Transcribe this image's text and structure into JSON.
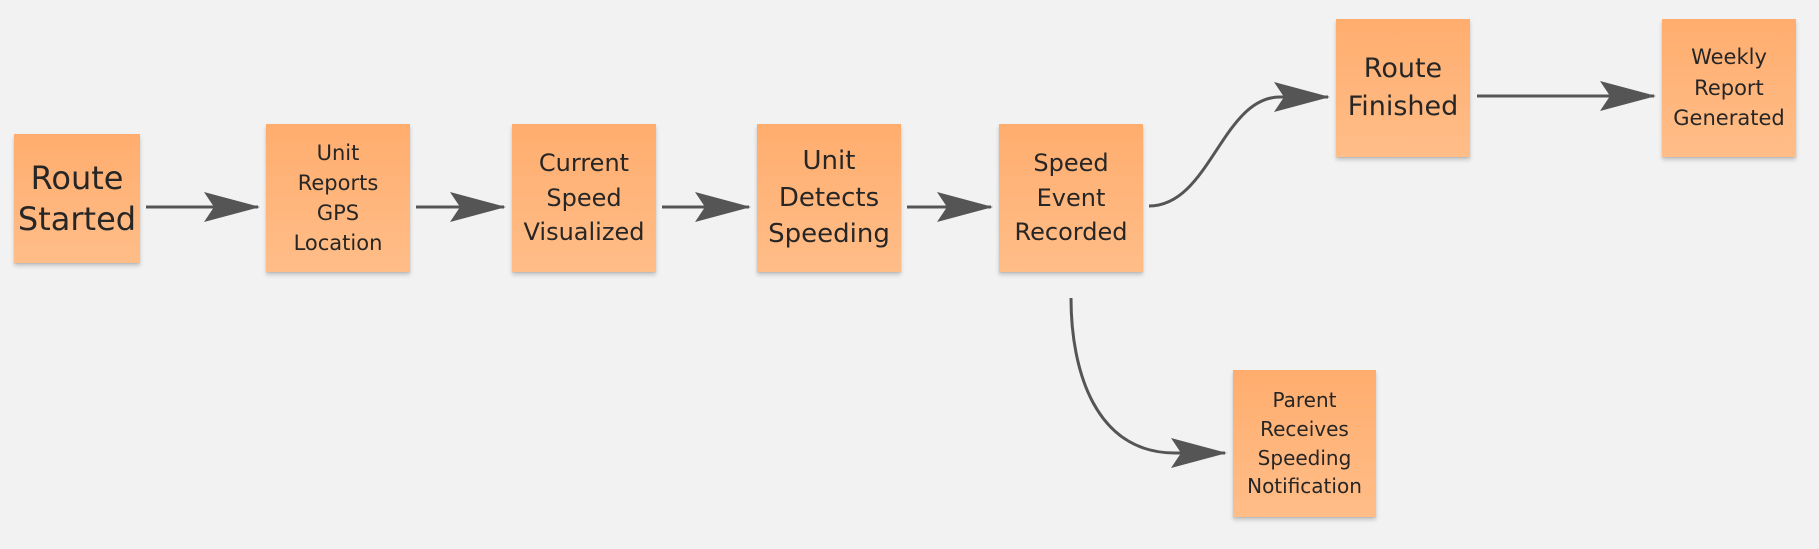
{
  "diagram": {
    "notes": {
      "route_started": "Route\nStarted",
      "unit_reports": "Unit\nReports\nGPS\nLocation",
      "current_speed": "Current\nSpeed\nVisualized",
      "unit_detects": "Unit\nDetects\nSpeeding",
      "speed_event": "Speed\nEvent\nRecorded",
      "route_finished": "Route\nFinished",
      "weekly_report": "Weekly\nReport\nGenerated",
      "parent_notification": "Parent\nReceives\nSpeeding\nNotification"
    },
    "colors": {
      "background": "#f2f2f2",
      "sticky_note": "#ffb47c",
      "connector": "#555555",
      "text": "#262626"
    }
  }
}
